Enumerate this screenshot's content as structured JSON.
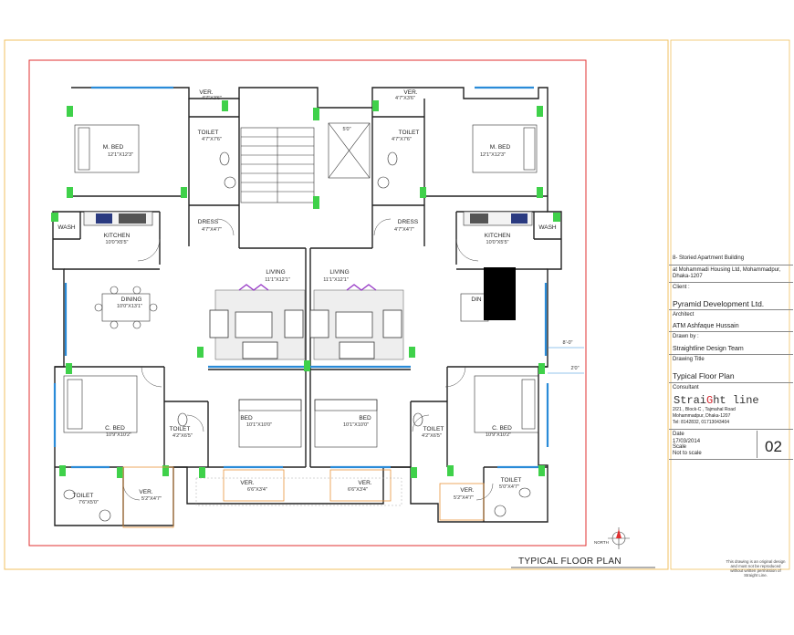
{
  "rooms": {
    "ver_top_left": {
      "name": "VER.",
      "dim": "4'7\"X3'6\""
    },
    "ver_top_right": {
      "name": "VER.",
      "dim": "4'7\"X3'6\""
    },
    "mbed_left": {
      "name": "M. BED",
      "dim": "12'1\"X12'3\""
    },
    "mbed_right": {
      "name": "M. BED",
      "dim": "12'1\"X12'3\""
    },
    "toilet_tl": {
      "name": "TOILET",
      "dim": "4'7\"X7'6\""
    },
    "toilet_tr": {
      "name": "TOILET",
      "dim": "4'7\"X7'6\""
    },
    "dress_left": {
      "name": "DRESS",
      "dim": "4'7\"X4'7\""
    },
    "dress_right": {
      "name": "DRESS",
      "dim": "4'7\"X4'7\""
    },
    "wash_left": {
      "name": "WASH"
    },
    "wash_right": {
      "name": "WASH"
    },
    "kitchen_left": {
      "name": "KITCHEN",
      "dim": "10'0\"X5'5\""
    },
    "kitchen_right": {
      "name": "KITCHEN",
      "dim": "10'0\"X5'5\""
    },
    "living_left": {
      "name": "LIVING",
      "dim": "11'1\"X12'1\""
    },
    "living_right": {
      "name": "LIVING",
      "dim": "11'1\"X12'1\""
    },
    "dining_left": {
      "name": "DINING",
      "dim": "10'0\"X13'1\""
    },
    "dining_right": {
      "name": "DIN"
    },
    "cbed_left": {
      "name": "C. BED",
      "dim": "10'9\"X10'2\""
    },
    "cbed_right": {
      "name": "C. BED",
      "dim": "10'9\"X10'2\""
    },
    "toilet_ml": {
      "name": "TOILET",
      "dim": "4'2\"X6'5\""
    },
    "toilet_mr": {
      "name": "TOILET",
      "dim": "4'2\"X6'5\""
    },
    "bed_left": {
      "name": "BED",
      "dim": "10'1\"X10'0\""
    },
    "bed_right": {
      "name": "BED",
      "dim": "10'1\"X10'0\""
    },
    "toilet_bl": {
      "name": "TOILET",
      "dim": "7'6\"X5'0\""
    },
    "toilet_br": {
      "name": "TOILET",
      "dim": "5'0\"X4'7\""
    },
    "ver_bl": {
      "name": "VER.",
      "dim": "5'2\"X4'7\""
    },
    "ver_br": {
      "name": "VER.",
      "dim": "5'2\"X4'7\""
    },
    "ver_bc_left": {
      "name": "VER.",
      "dim": "6'6\"X3'4\""
    },
    "ver_bc_right": {
      "name": "VER.",
      "dim": "6'6\"X3'4\""
    }
  },
  "stair_label": "5'0\"",
  "dim_right_a": "8'-0\"",
  "dim_right_b": "2'0\"",
  "north_label": "NORTH",
  "bottom_title": "TYPICAL FLOOR PLAN",
  "title_block": {
    "project": "8- Storied Apartment Building",
    "location": "at Mohammadi Housing Ltd, Mohammadpur, Dhaka-1207",
    "client_label": "Client :",
    "client": "Pyramid Development Ltd.",
    "architect_label": "Architect",
    "architect": "ATM Ashfaque Hussain",
    "drawn_label": "Drawn by :",
    "drawn_by": "Straightline Design Team",
    "drawing_title_label": "Drawing Title",
    "drawing_title": "Typical Floor Plan",
    "consultant_label": "Consultant",
    "logo_pre": "Strai",
    "logo_g": "G",
    "logo_post": "ht line",
    "address1": "2/21 , Block-C , Tajmahal Road",
    "address2": "Mohammadpur, Dhaka-1207",
    "tel": "Tel: 8142832, 01713043404",
    "date_label": "Date",
    "date": "17/03/2014",
    "scale_label": "Scale",
    "scale": "Not to scale",
    "sheet_number": "02"
  },
  "fineprint": "This drawing is an original design and must not be reproduced without written permission of Straight Line."
}
